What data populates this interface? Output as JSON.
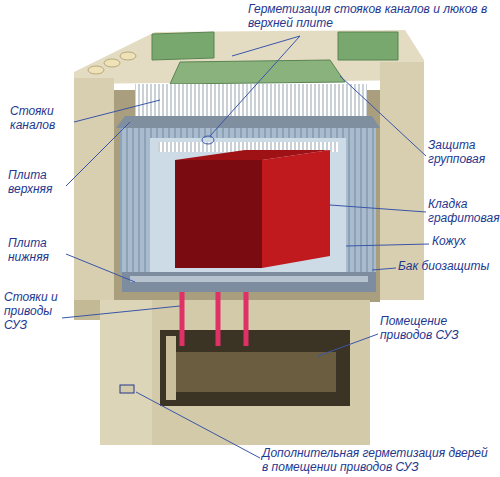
{
  "diagram": {
    "labels": [
      "Герметизация стояков каналов и люков в верхней плите",
      "Стояки каналов",
      "Защита групповая",
      "Плита верхняя",
      "Кладка графитовая",
      "Кожух",
      "Плита нижняя",
      "Бак биозащиты",
      "Стояки и приводы СУЗ",
      "Помещение приводов СУЗ",
      "Дополнительная герметизация дверей в помещении приводов СУЗ"
    ]
  }
}
